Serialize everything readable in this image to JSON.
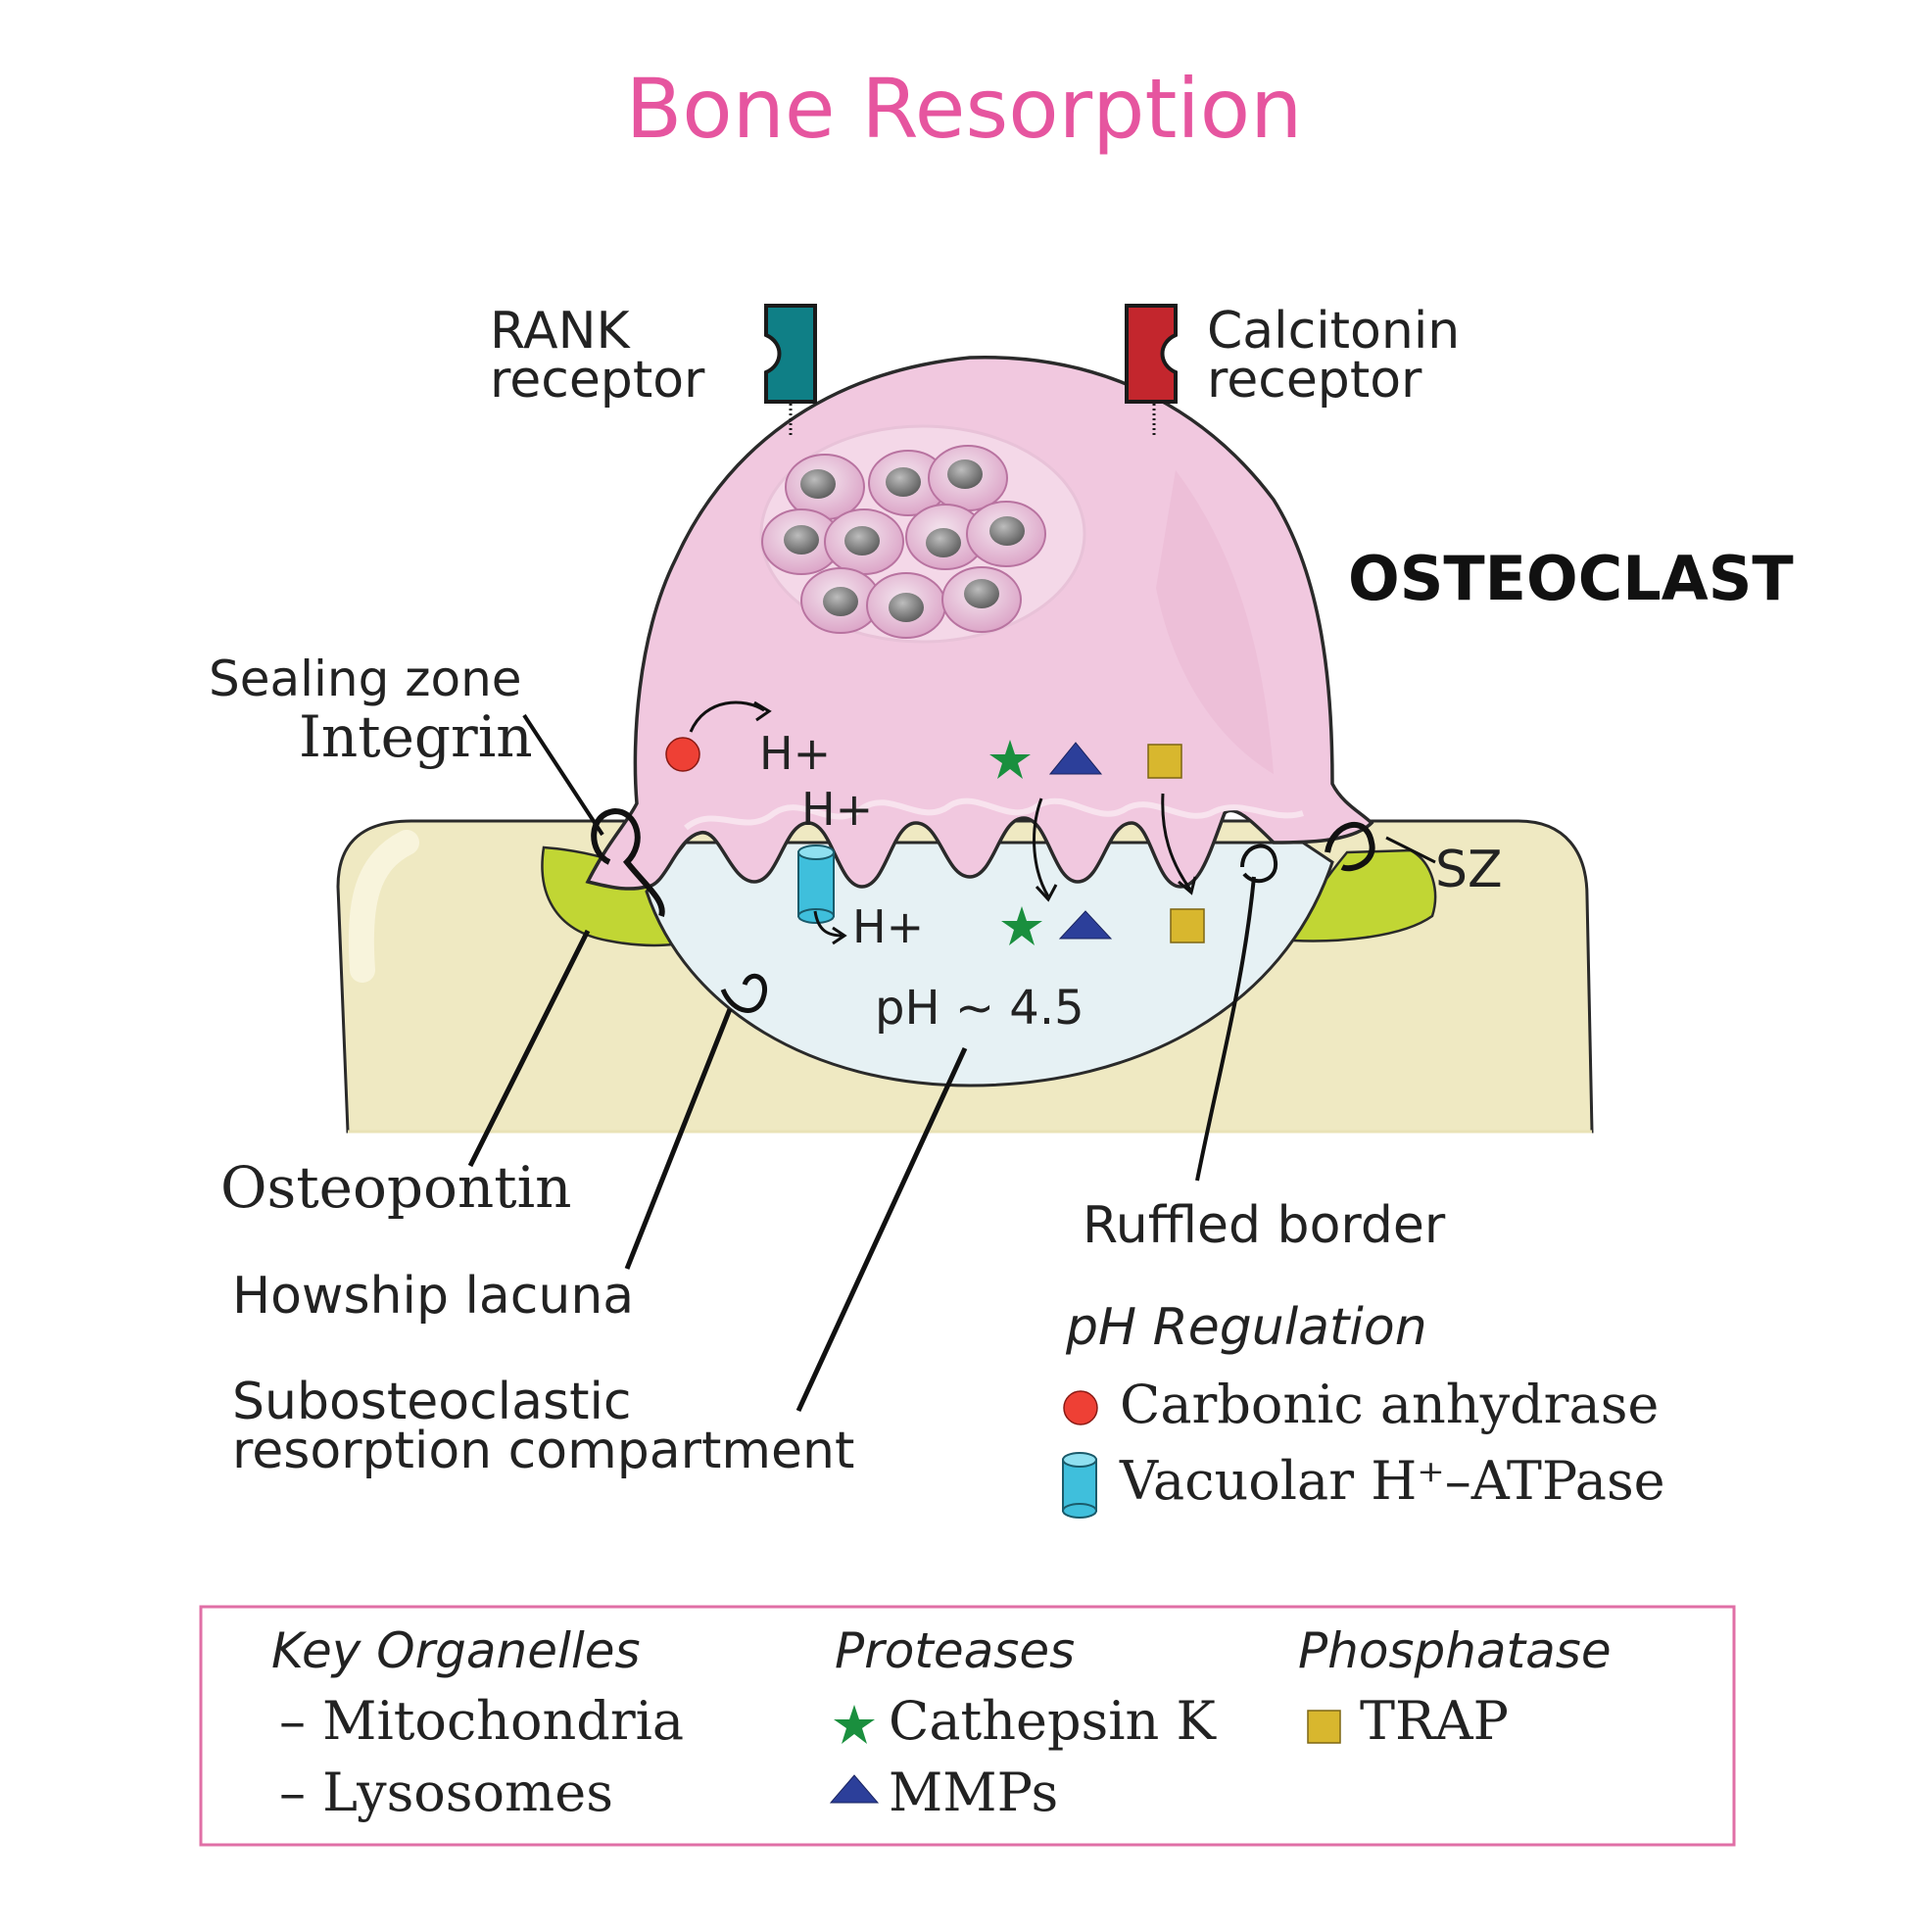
{
  "title": "Bone Resorption",
  "labels": {
    "rank_receptor_line1": "RANK",
    "rank_receptor_line2": "receptor",
    "calcitonin_receptor_line1": "Calcitonin",
    "calcitonin_receptor_line2": "receptor",
    "osteoclast": "OSTEOCLAST",
    "sealing_zone": "Sealing zone",
    "integrin": "Integrin",
    "sz": "SZ",
    "h_plus_1": "H+",
    "h_plus_2": "H+",
    "h_plus_3": "H+",
    "ph_value": "pH ~ 4.5",
    "osteopontin": "Osteopontin",
    "howship_lacuna": "Howship lacuna",
    "subosteoclastic_line1": "Subosteoclastic",
    "subosteoclastic_line2": "resorption compartment",
    "ruffled_border": "Ruffled border"
  },
  "ph_regulation": {
    "heading": "pH Regulation",
    "items": [
      "Carbonic anhydrase",
      "Vacuolar H⁺–ATPase"
    ]
  },
  "legend": {
    "organelles": {
      "heading": "Key Organelles",
      "items": [
        "– Mitochondria",
        "– Lysosomes"
      ]
    },
    "proteases": {
      "heading": "Proteases",
      "items": [
        "Cathepsin K",
        "MMPs"
      ]
    },
    "phosphatase": {
      "heading": "Phosphatase",
      "items": [
        "TRAP"
      ]
    }
  },
  "colors": {
    "title": "#e6559f",
    "cell": "#f1c8df",
    "bone": "#efe9c2",
    "osteopontin": "#c1d634",
    "lacuna": "#e6f1f4",
    "rank": "#0f7f86",
    "calcitonin": "#c3262d",
    "carbonic_anhydrase": "#ee4035",
    "atpase": "#3fbfdc",
    "cathepsin": "#1a8f3e",
    "mmp": "#2c3f9a",
    "trap": "#d8b72e",
    "legend_border": "#e06fa6"
  },
  "icons": {
    "carbonic_anhydrase": "red-circle",
    "atpase": "cyan-cylinder",
    "cathepsin": "green-star",
    "mmp": "blue-triangle",
    "trap": "gold-square"
  }
}
